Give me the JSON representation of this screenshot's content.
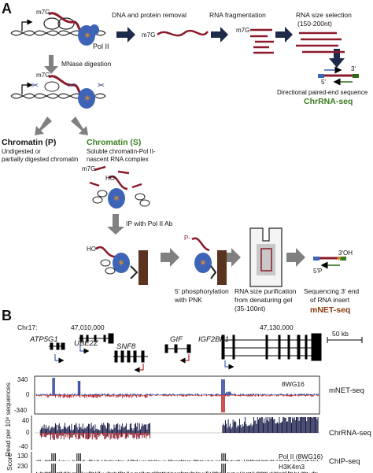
{
  "panel_a": {
    "letter": "A",
    "step_labels": {
      "dna_protein_removal": "DNA and protein removal",
      "rna_fragmentation": "RNA fragmentation",
      "rna_size_selection": "RNA size selection",
      "size_range": "(150-200nt)",
      "mnase": "MNase digestion",
      "ip": "IP with Pol II Ab",
      "phosphorylation_1": "5' phosphorylation",
      "phosphorylation_2": "with PNK",
      "purification_1": "RNA size purification",
      "purification_2": "from denaturing gel",
      "purification_3": "(35-100nt)",
      "sequencing_1": "Sequencing 3' end",
      "sequencing_2": "of RNA insert"
    },
    "molecule_labels": {
      "m7g": "m7G",
      "pol2": "Pol II",
      "ho": "HO-",
      "p": "P-",
      "five_p": "5'P",
      "three_oh": "3'OH",
      "five_prime": "5'",
      "three_prime": "3'"
    },
    "chrrna": {
      "caption": "Directional paired-end sequence",
      "method": "ChrRNA-seq"
    },
    "chromatin_p": {
      "title": "Chromatin (P)",
      "desc_1": "Undigested or",
      "desc_2": "partially digested chromatin"
    },
    "chromatin_s": {
      "title": "Chromatin (S)",
      "desc_1": "Soluble chromatin-Pol II-",
      "desc_2": "nascent RNA complex"
    },
    "mnet": {
      "method": "mNET-seq"
    },
    "colors": {
      "rna": "#8b1a2b",
      "pol2": "#3e64b8",
      "green": "#3a7d1e",
      "brown": "#8a3a10",
      "arrow": "#1e2a4a",
      "gray_arrow": "#808080"
    }
  },
  "panel_b": {
    "letter": "B",
    "chrom": "Chr17:",
    "coord_1": "47,010,000",
    "coord_2": "47,130,000",
    "scale": "50 kb",
    "genes": [
      "ATP5G1",
      "UBE2Z",
      "SNF8",
      "GIF",
      "IGF2BP1"
    ],
    "y_axis_label": "Read per 10⁸ sequences",
    "score_label": "Score",
    "tracks": [
      {
        "name": "mNET-seq",
        "ticks": [
          "340",
          "0",
          "-340"
        ],
        "tag": "8WG16"
      },
      {
        "name": "ChrRNA-seq",
        "ticks": [
          "40",
          "0",
          "-40"
        ]
      },
      {
        "name": "ChIP-seq",
        "ticks": [
          "130",
          "230"
        ],
        "tags": [
          "Pol II (8WG16)",
          "H3K4m3"
        ]
      }
    ]
  }
}
